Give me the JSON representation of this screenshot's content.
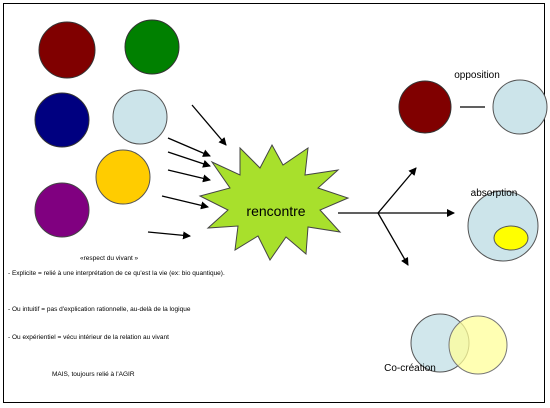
{
  "colors": {
    "dark_red": "#800000",
    "green": "#008000",
    "navy": "#000080",
    "light_blue": "#cce4ea",
    "gold": "#ffcc00",
    "purple": "#800080",
    "star_fill": "#a8e02c",
    "yellow": "#ffff00",
    "pale_yellow": "#ffff99"
  },
  "labels": {
    "rencontre": "rencontre",
    "opposition": "opposition",
    "absorption": "absorption",
    "cocreation": "Co-création"
  },
  "text": {
    "respect": "«respect du vivant »",
    "bullet1": "- Explicite = relié à une interprétation de ce qu'est la vie (ex: bio quantique).",
    "bullet2": "- Ou intuitif = pas d'explication rationnelle, au-delà de la logique",
    "bullet3": "- Ou expérientiel = vécu intérieur de la relation au vivant",
    "mais": "MAIS, toujours relié à l'AGIR"
  }
}
